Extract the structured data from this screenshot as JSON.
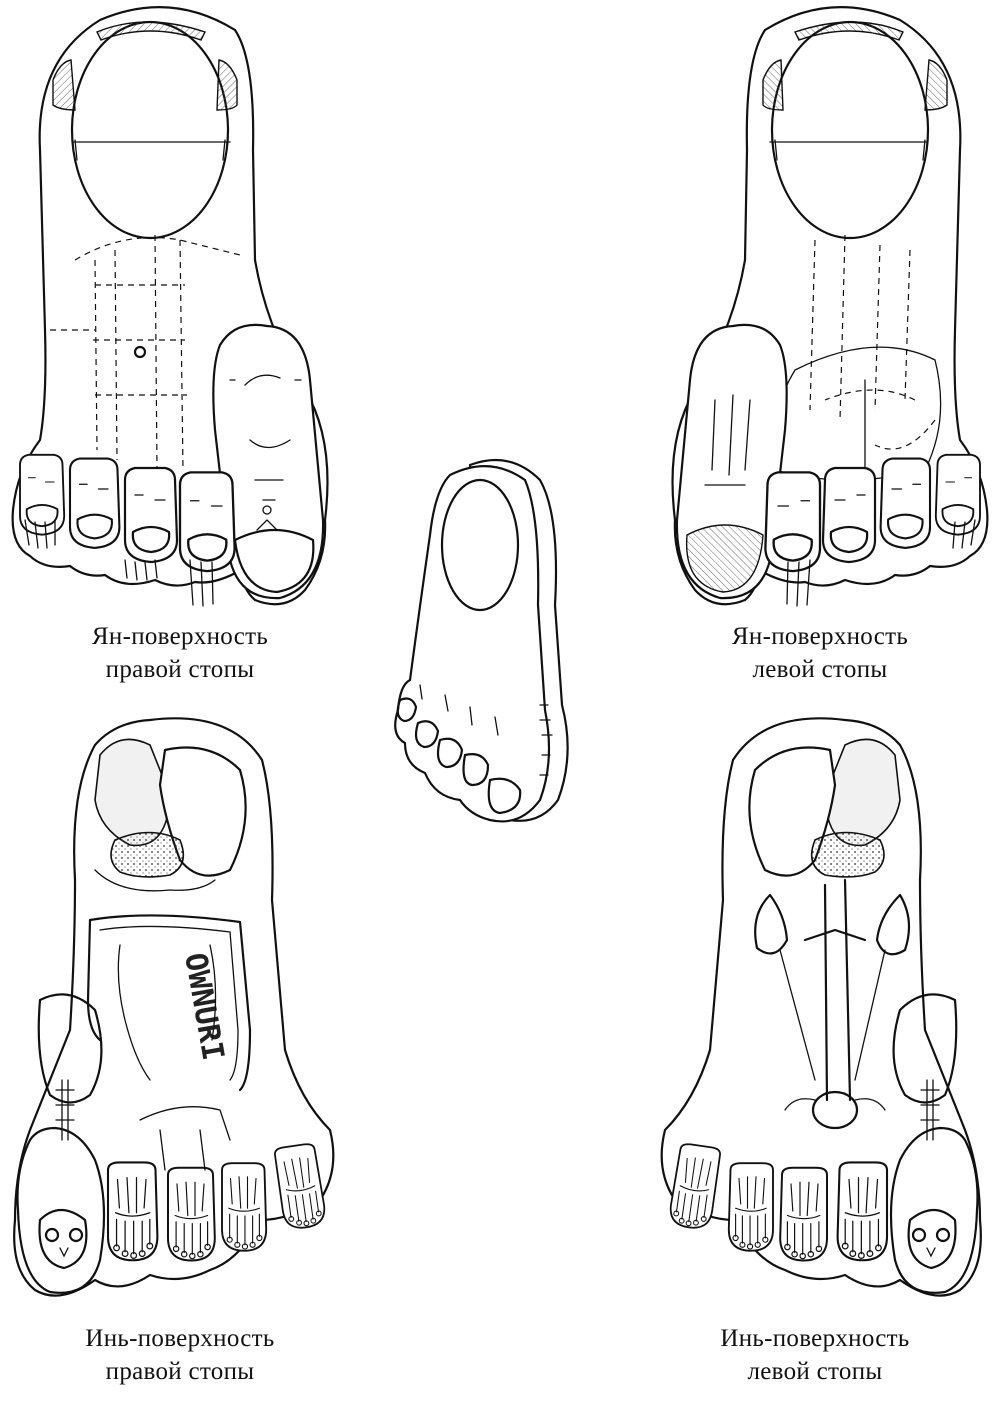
{
  "figures": {
    "yang_right": {
      "caption_line1": "Ян-поверхность",
      "caption_line2": "правой стопы"
    },
    "yang_left": {
      "caption_line1": "Ян-поверхность",
      "caption_line2": "левой стопы"
    },
    "yin_right": {
      "caption_line1": "Инь-поверхность",
      "caption_line2": "правой стопы"
    },
    "yin_left": {
      "caption_line1": "Инь-поверхность",
      "caption_line2": "левой стопы"
    },
    "center_foot": {}
  },
  "intestine_label": "OWNURI",
  "colors": {
    "ink": "#111111",
    "paper": "#ffffff"
  }
}
